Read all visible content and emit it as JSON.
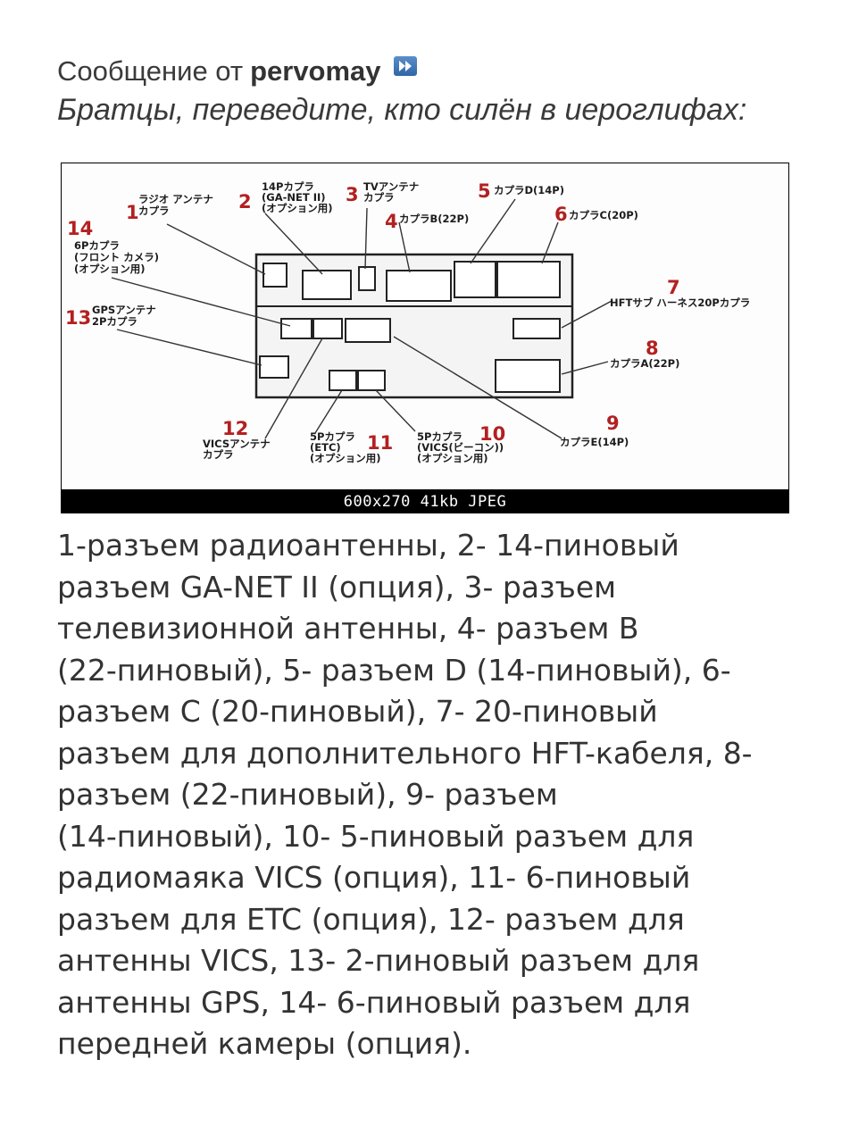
{
  "quote": {
    "prefix": "Сообщение от",
    "author": "pervomay",
    "text": "Братцы, переведите, кто силён в иероглифах:"
  },
  "attachment": {
    "caption": "600x270  41kb  JPEG"
  },
  "diagram": {
    "callouts": [
      {
        "num": "1",
        "lines": [
          "ラジオ アンテナ",
          "カプラ"
        ]
      },
      {
        "num": "2",
        "lines": [
          "14Pカプラ",
          "(GA-NET II)",
          "(オプション用)"
        ]
      },
      {
        "num": "3",
        "lines": [
          "TVアンテナ",
          "カプラ"
        ]
      },
      {
        "num": "4",
        "lines": [
          "カプラB(22P)"
        ]
      },
      {
        "num": "5",
        "lines": [
          "カプラD(14P)"
        ]
      },
      {
        "num": "6",
        "lines": [
          "カプラC(20P)"
        ]
      },
      {
        "num": "7",
        "lines": [
          "HFTサブ ハーネス20Pカプラ"
        ]
      },
      {
        "num": "8",
        "lines": [
          "カプラA(22P)"
        ]
      },
      {
        "num": "9",
        "lines": [
          "カプラE(14P)"
        ]
      },
      {
        "num": "10",
        "lines": [
          "5Pカプラ",
          "(VICS(ビーコン))",
          "(オプション用)"
        ]
      },
      {
        "num": "11",
        "lines": [
          "5Pカプラ",
          "(ETC)",
          "(オプション用)"
        ]
      },
      {
        "num": "12",
        "lines": [
          "VICSアンテナ",
          "カプラ"
        ]
      },
      {
        "num": "13",
        "lines": [
          "GPSアンテナ",
          "2Pカプラ"
        ]
      },
      {
        "num": "14",
        "lines": [
          "6Pカプラ",
          "(フロント カメラ)",
          "(オプション用)"
        ]
      }
    ]
  },
  "body": {
    "lines": [
      "1-разъем радиоантенны, 2- 14-пиновый",
      "разъем GA-NET II (опция), 3- разъем",
      "телевизионной антенны, 4- разъем B",
      "(22-пиновый), 5- разъем D (14-пиновый), 6-",
      "разъем C (20-пиновый), 7- 20-пиновый",
      "разъем для дополнительного HFT-кабеля, 8-",
      "разъем (22-пиновый), 9- разъем",
      "(14-пиновый), 10- 5-пиновый разъем для",
      "радиомаяка VICS (опция), 11- 6-пиновый",
      "разъем для ETC (опция), 12- разъем для",
      "антенны VICS, 13- 2-пиновый разъем для",
      "антенны GPS, 14- 6-пиновый разъем для",
      "передней камеры (опция)."
    ]
  },
  "colors": {
    "callout_number": "#b32020",
    "link_icon": "#2f66a7"
  }
}
